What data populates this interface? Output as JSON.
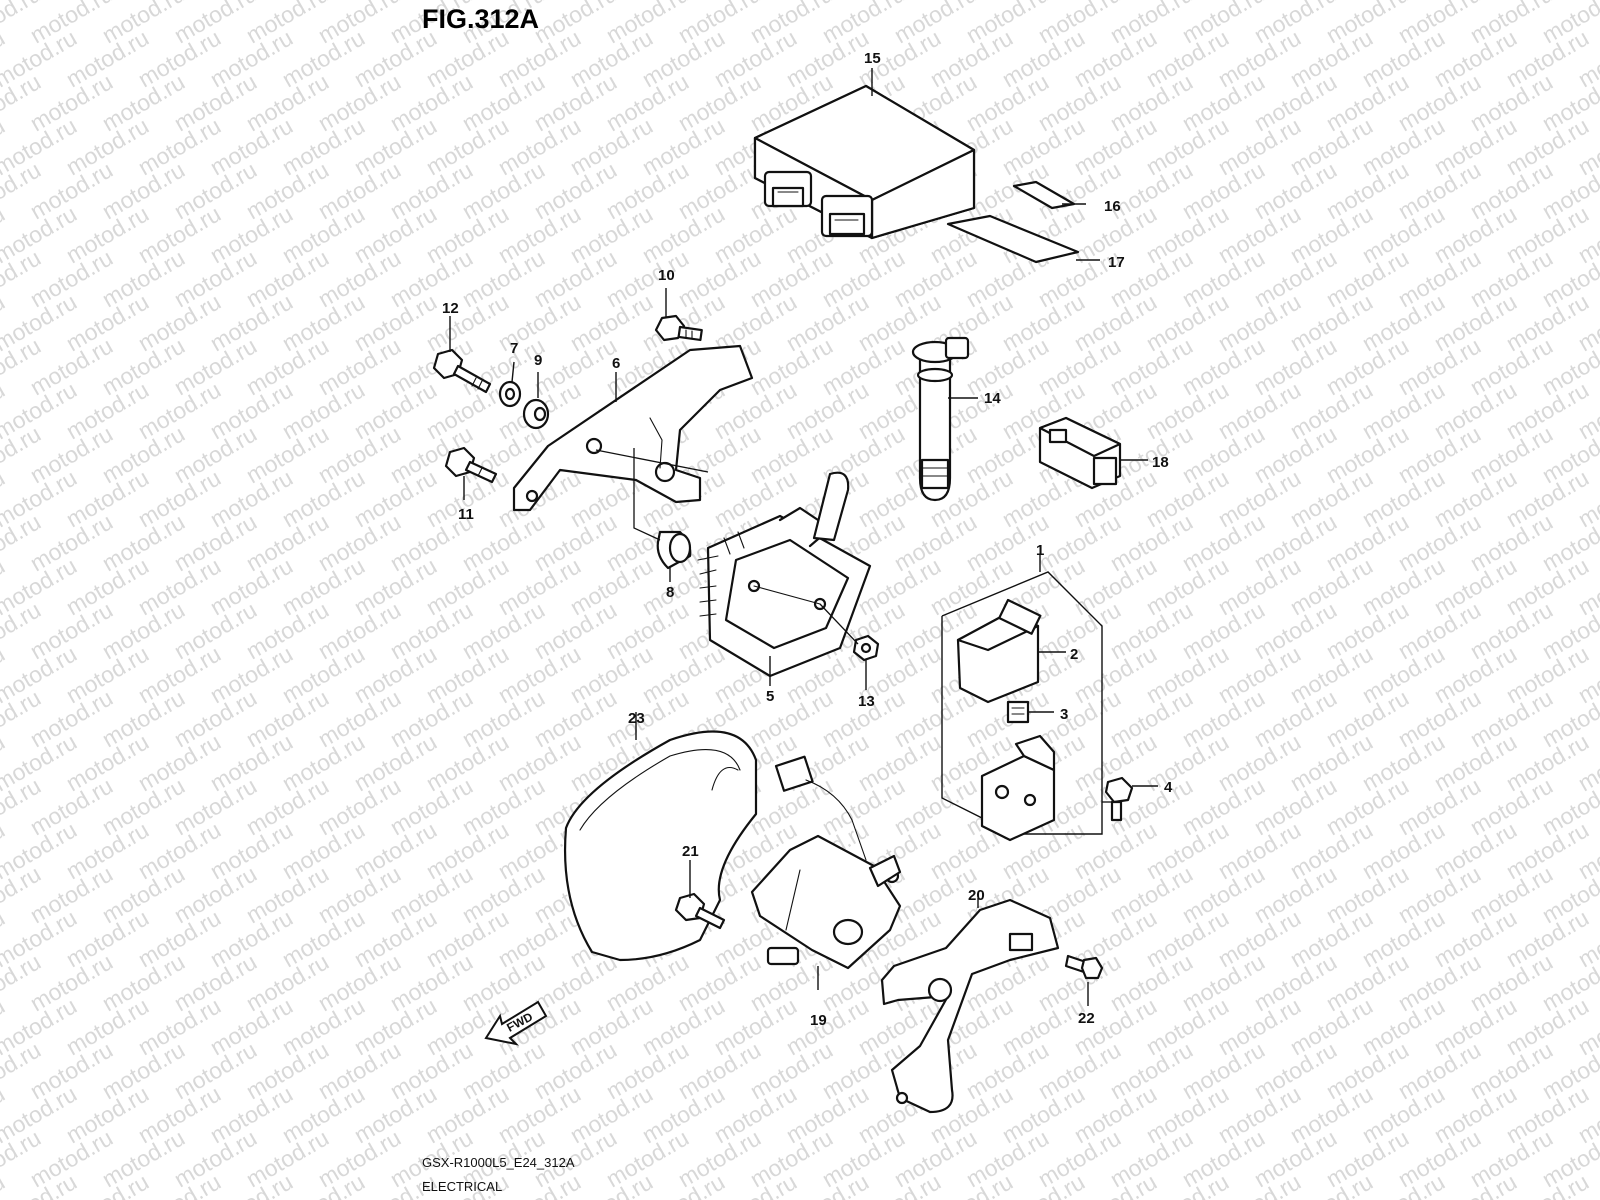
{
  "figure": {
    "title": "FIG.312A",
    "model_code": "GSX-R1000L5_E24_312A",
    "section": "ELECTRICAL",
    "fwd_label": "FWD"
  },
  "watermark": {
    "text": "motod.ru"
  },
  "callouts": [
    "1",
    "2",
    "3",
    "4",
    "5",
    "6",
    "7",
    "8",
    "9",
    "10",
    "11",
    "12",
    "13",
    "14",
    "15",
    "16",
    "17",
    "18",
    "19",
    "20",
    "21",
    "22",
    "23"
  ]
}
